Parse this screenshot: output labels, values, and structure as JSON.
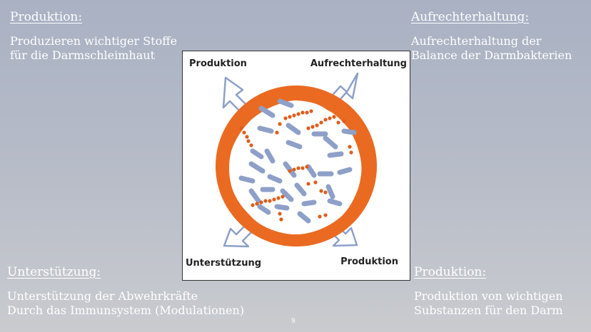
{
  "corners": {
    "top_left": {
      "heading": "Produktion:",
      "lines": [
        "Produzieren wichtiger Stoffe",
        "für die Darmschleimhaut"
      ]
    },
    "top_right": {
      "heading": "Aufrechterhaltung:",
      "lines": [
        "Aufrechterhaltung der",
        "Balance der Darmbakterien"
      ]
    },
    "bottom_left": {
      "heading": "Unterstützung:",
      "lines": [
        "Unterstützung der Abwehrkräfte",
        "Durch das Immunsystem (Modulationen)"
      ]
    },
    "bottom_right": {
      "heading": "Produktion:",
      "lines": [
        "Produktion von wichtigen",
        "Substanzen für den Darm"
      ]
    }
  },
  "figure": {
    "labels": {
      "top_left": "Produktion",
      "top_right": "Aufrechterhaltung",
      "bottom_left": "Unterstützung",
      "bottom_right": "Produktion"
    },
    "colors": {
      "ring": "#ea6a22",
      "rod": "#8ea0c8",
      "dot": "#dd5e1e",
      "arrow": "#8ea0c8"
    }
  },
  "page_number": "9"
}
